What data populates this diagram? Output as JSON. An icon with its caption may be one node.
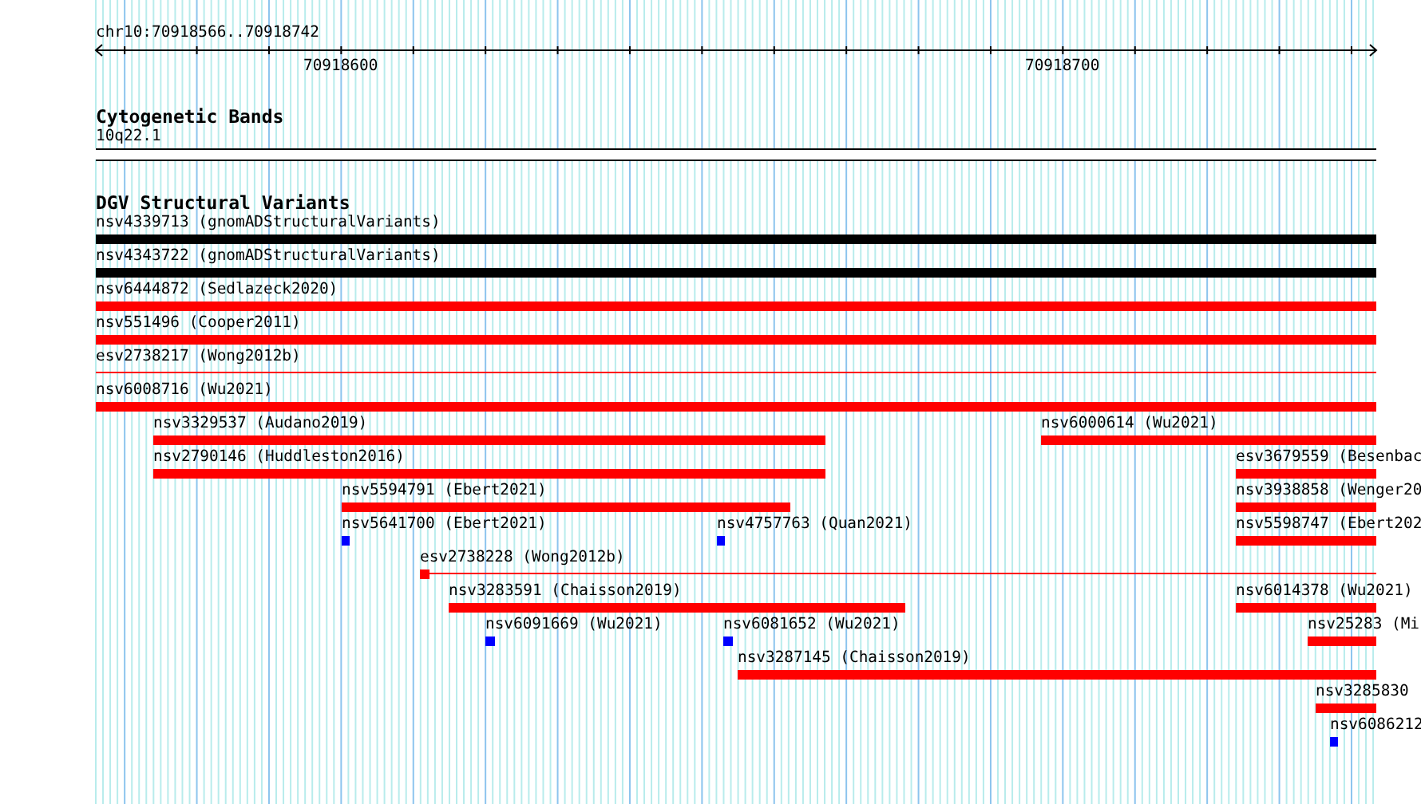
{
  "diagram": {
    "nodes": [
      {
        "text": [
          "nsv4339713 (gnomADStructuralVariants)"
        ]
      },
      {
        "text": [
          "nsv4343722 (gnomADStructuralVariants)"
        ]
      },
      {
        "text": [
          "nsv6444872 (Sedlazeck2020)"
        ]
      },
      {
        "text": [
          "nsv551496 (Cooper2011)"
        ]
      },
      {
        "text": [
          "esv2738217 (Wong2012b)"
        ]
      },
      {
        "text": [
          "nsv6008716 (Wu2021)"
        ]
      },
      {
        "text": [
          "nsv3329537 (Audano2019)"
        ]
      },
      {
        "text": [
          "nsv6000614 (Wu2021)"
        ]
      },
      {
        "text": [
          "nsv2790146 (Huddleston2016)"
        ]
      },
      {
        "text": [
          "esv3679559 (Besenbac"
        ]
      },
      {
        "text": [
          "nsv5594791 (Ebert2021)"
        ]
      },
      {
        "text": [
          "nsv3938858 (Wenger20"
        ]
      },
      {
        "text": [
          "nsv5641700 (Ebert2021)"
        ]
      },
      {
        "text": [
          "nsv4757763 (Quan2021)"
        ]
      },
      {
        "text": [
          "nsv5598747 (Ebert202"
        ]
      },
      {
        "text": [
          "esv2738228 (Wong2012b)"
        ]
      },
      {
        "text": [
          "nsv3283591 (Chaisson2019)"
        ]
      },
      {
        "text": [
          "nsv6014378 (Wu2021)"
        ]
      },
      {
        "text": [
          "nsv6091669 (Wu2021)"
        ]
      },
      {
        "text": [
          "nsv6081652 (Wu2021)"
        ]
      },
      {
        "text": [
          "nsv25283 (Mi"
        ]
      },
      {
        "text": [
          "nsv3287145 (Chaisson2019)"
        ]
      },
      {
        "text": [
          "nsv3285830"
        ]
      },
      {
        "text": [
          "nsv6086212"
        ]
      }
    ],
    "labels": [
      "chr10:70918566..70918742",
      "70918600",
      "70918700",
      "Cytogenetic Bands",
      "10q22.1",
      "DGV Structural Variants"
    ]
  }
}
